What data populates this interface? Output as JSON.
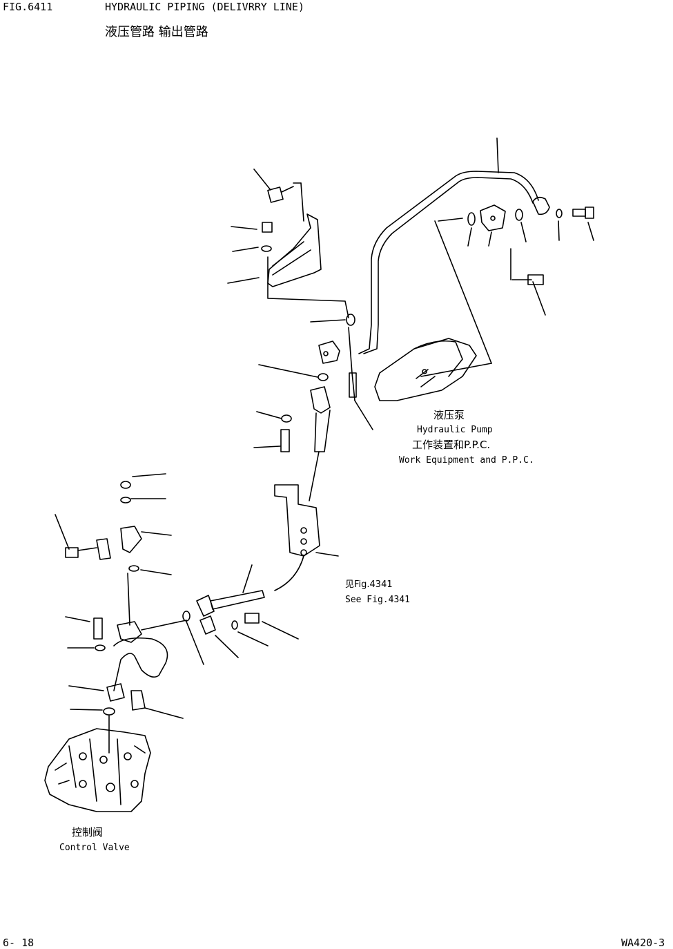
{
  "header": {
    "fig_number": "FIG.6411",
    "title_en": "HYDRAULIC PIPING (DELIVRRY LINE)",
    "title_cn": "液压管路 输出管路"
  },
  "labels": {
    "pump_cn": "液压泵",
    "pump_en": "Hydraulic Pump",
    "work_equipment_cn": "工作装置和P.P.C.",
    "work_equipment_en": "Work Equipment and P.P.C.",
    "see_fig_cn": "见Fig.4341",
    "see_fig_en": "See Fig.4341",
    "control_valve_cn": "控制阀",
    "control_valve_en": "Control Valve"
  },
  "footer": {
    "page_number": "6- 18",
    "model": "WA420-3"
  }
}
